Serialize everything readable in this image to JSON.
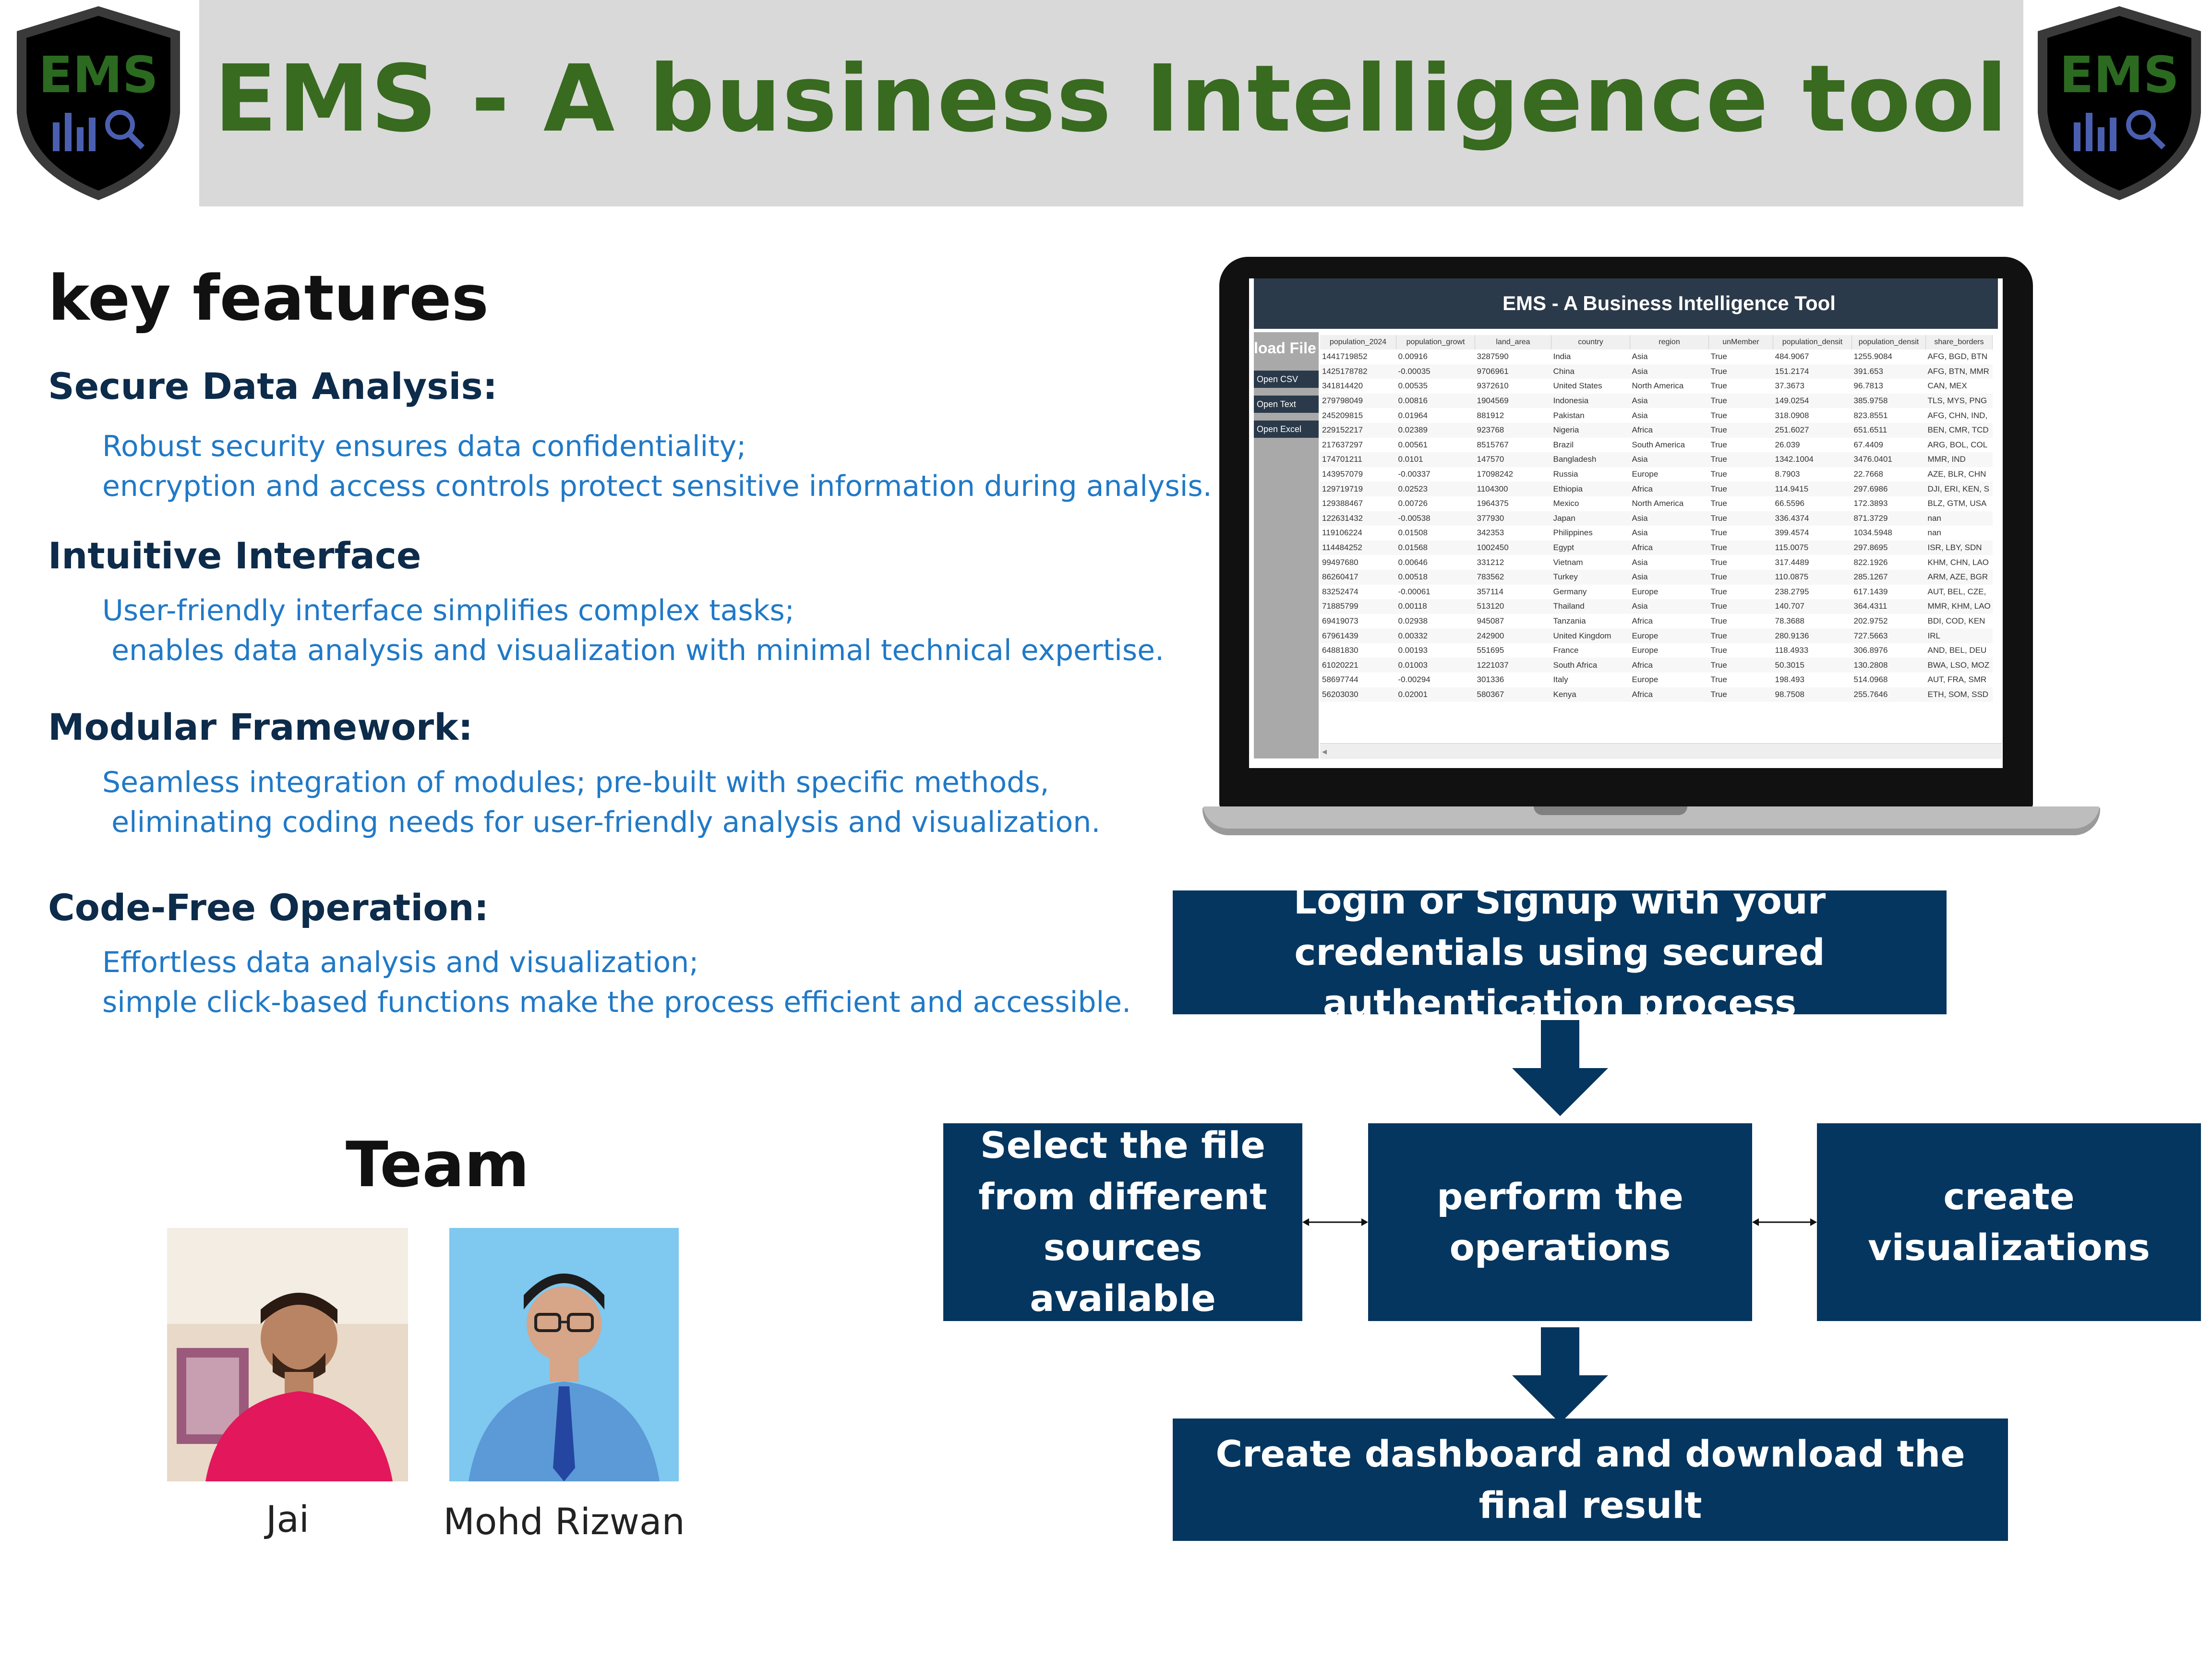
{
  "logo_text": "EMS",
  "title": "EMS - A business Intelligence tool",
  "key_features_heading": "key features",
  "features": [
    {
      "heading": "Secure Data Analysis:",
      "lines": [
        "Robust security ensures data confidentiality;",
        "encryption and access controls protect sensitive information during analysis."
      ]
    },
    {
      "heading": "Intuitive Interface",
      "lines": [
        "User-friendly interface simplifies complex tasks;",
        " enables data analysis and visualization with minimal technical expertise."
      ]
    },
    {
      "heading": "Modular Framework:",
      "lines": [
        "Seamless integration of modules; pre-built with specific methods,",
        " eliminating coding needs for user-friendly analysis and visualization."
      ]
    },
    {
      "heading": "Code-Free Operation:",
      "lines": [
        "Effortless data analysis and visualization;",
        "simple click-based functions make the process efficient and accessible."
      ]
    }
  ],
  "app": {
    "title": "EMS - A Business Intelligence Tool",
    "upload_label": "load File",
    "buttons": [
      "Open CSV",
      "Open Text",
      "Open Excel"
    ],
    "columns": [
      "population_2024",
      "population_growt",
      "land_area",
      "country",
      "region",
      "unMember",
      "population_densit",
      "population_densit",
      "share_borders"
    ],
    "rows": [
      [
        "1441719852",
        "0.00916",
        "3287590",
        "India",
        "Asia",
        "True",
        "484.9067",
        "1255.9084",
        "AFG, BGD, BTN"
      ],
      [
        "1425178782",
        "-0.00035",
        "9706961",
        "China",
        "Asia",
        "True",
        "151.2174",
        "391.653",
        "AFG, BTN, MMR"
      ],
      [
        "341814420",
        "0.00535",
        "9372610",
        "United States",
        "North America",
        "True",
        "37.3673",
        "96.7813",
        "CAN, MEX"
      ],
      [
        "279798049",
        "0.00816",
        "1904569",
        "Indonesia",
        "Asia",
        "True",
        "149.0254",
        "385.9758",
        "TLS, MYS, PNG"
      ],
      [
        "245209815",
        "0.01964",
        "881912",
        "Pakistan",
        "Asia",
        "True",
        "318.0908",
        "823.8551",
        "AFG, CHN, IND,"
      ],
      [
        "229152217",
        "0.02389",
        "923768",
        "Nigeria",
        "Africa",
        "True",
        "251.6027",
        "651.6511",
        "BEN, CMR, TCD"
      ],
      [
        "217637297",
        "0.00561",
        "8515767",
        "Brazil",
        "South America",
        "True",
        "26.039",
        "67.4409",
        "ARG, BOL, COL"
      ],
      [
        "174701211",
        "0.0101",
        "147570",
        "Bangladesh",
        "Asia",
        "True",
        "1342.1004",
        "3476.0401",
        "MMR, IND"
      ],
      [
        "143957079",
        "-0.00337",
        "17098242",
        "Russia",
        "Europe",
        "True",
        "8.7903",
        "22.7668",
        "AZE, BLR, CHN"
      ],
      [
        "129719719",
        "0.02523",
        "1104300",
        "Ethiopia",
        "Africa",
        "True",
        "114.9415",
        "297.6986",
        "DJI, ERI, KEN, S"
      ],
      [
        "129388467",
        "0.00726",
        "1964375",
        "Mexico",
        "North America",
        "True",
        "66.5596",
        "172.3893",
        "BLZ, GTM, USA"
      ],
      [
        "122631432",
        "-0.00538",
        "377930",
        "Japan",
        "Asia",
        "True",
        "336.4374",
        "871.3729",
        "nan"
      ],
      [
        "119106224",
        "0.01508",
        "342353",
        "Philippines",
        "Asia",
        "True",
        "399.4574",
        "1034.5948",
        "nan"
      ],
      [
        "114484252",
        "0.01568",
        "1002450",
        "Egypt",
        "Africa",
        "True",
        "115.0075",
        "297.8695",
        "ISR, LBY, SDN"
      ],
      [
        "99497680",
        "0.00646",
        "331212",
        "Vietnam",
        "Asia",
        "True",
        "317.4489",
        "822.1926",
        "KHM, CHN, LAO"
      ],
      [
        "86260417",
        "0.00518",
        "783562",
        "Turkey",
        "Asia",
        "True",
        "110.0875",
        "285.1267",
        "ARM, AZE, BGR"
      ],
      [
        "83252474",
        "-0.00061",
        "357114",
        "Germany",
        "Europe",
        "True",
        "238.2795",
        "617.1439",
        "AUT, BEL, CZE,"
      ],
      [
        "71885799",
        "0.00118",
        "513120",
        "Thailand",
        "Asia",
        "True",
        "140.707",
        "364.4311",
        "MMR, KHM, LAO"
      ],
      [
        "69419073",
        "0.02938",
        "945087",
        "Tanzania",
        "Africa",
        "True",
        "78.3688",
        "202.9752",
        "BDI, COD, KEN"
      ],
      [
        "67961439",
        "0.00332",
        "242900",
        "United Kingdom",
        "Europe",
        "True",
        "280.9136",
        "727.5663",
        "IRL"
      ],
      [
        "64881830",
        "0.00193",
        "551695",
        "France",
        "Europe",
        "True",
        "118.4933",
        "306.8976",
        "AND, BEL, DEU"
      ],
      [
        "61020221",
        "0.01003",
        "1221037",
        "South Africa",
        "Africa",
        "True",
        "50.3015",
        "130.2808",
        "BWA, LSO, MOZ"
      ],
      [
        "58697744",
        "-0.00294",
        "301336",
        "Italy",
        "Europe",
        "True",
        "198.493",
        "514.0968",
        "AUT, FRA, SMR"
      ],
      [
        "56203030",
        "0.02001",
        "580367",
        "Kenya",
        "Africa",
        "True",
        "98.7508",
        "255.7646",
        "ETH, SOM, SSD"
      ]
    ]
  },
  "flow": {
    "login": "Login or Signup with your credentials using secured authentication process",
    "select": "Select the file from different sources available",
    "operations": "perform the operations",
    "visualize": "create visualizations",
    "dashboard": "Create dashboard and download the final result"
  },
  "team": {
    "heading": "Team",
    "members": [
      "Jai",
      "Mohd Rizwan"
    ]
  },
  "colors": {
    "title_green": "#386a1f",
    "feature_heading": "#0d2b4a",
    "feature_text": "#2079c7",
    "flow_box": "#05365f",
    "header_bar": "#d9d9d9"
  }
}
